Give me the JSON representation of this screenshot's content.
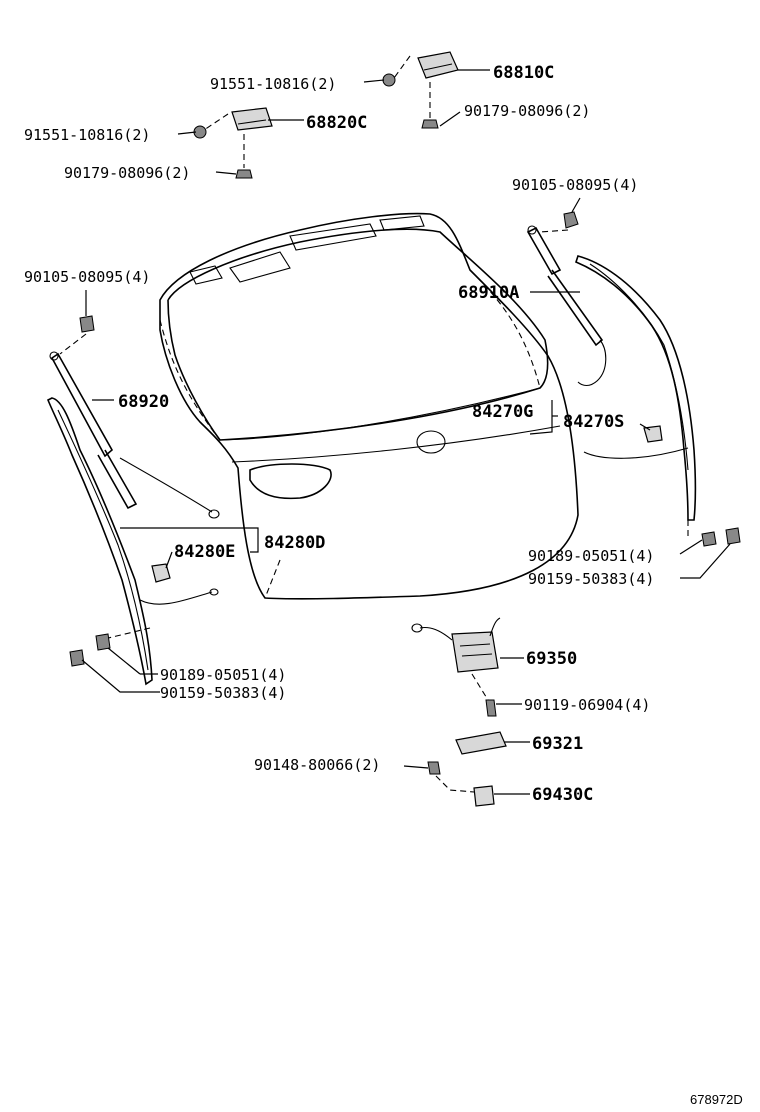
{
  "diagram_id": "678972D",
  "callouts": {
    "c01": "91551-10816(2)",
    "c02": "68810C",
    "c03": "90179-08096(2)",
    "c04": "91551-10816(2)",
    "c05": "68820C",
    "c06": "90179-08096(2)",
    "c07": "90105-08095(4)",
    "c08": "90105-08095(4)",
    "c09": "68910A",
    "c10": "68920",
    "c11": "84270G",
    "c12": "84270S",
    "c13": "84280E",
    "c14": "84280D",
    "c15": "90189-05051(4)",
    "c16": "90159-50383(4)",
    "c17": "69350",
    "c18": "90189-05051(4)",
    "c19": "90159-50383(4)",
    "c20": "90119-06904(4)",
    "c21": "69321",
    "c22": "90148-80066(2)",
    "c23": "69430C"
  }
}
